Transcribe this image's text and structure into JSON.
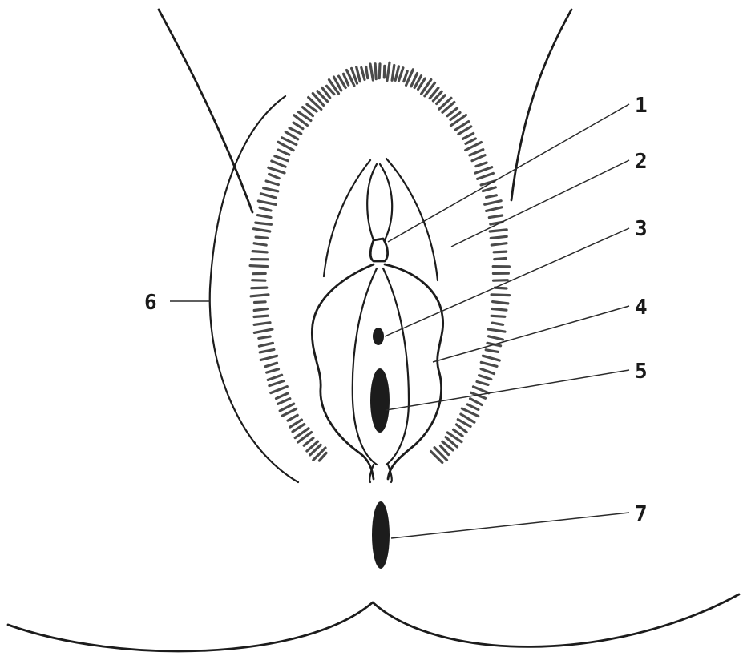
{
  "labels": [
    {
      "id": "1",
      "text": "1"
    },
    {
      "id": "2",
      "text": "2"
    },
    {
      "id": "3",
      "text": "3"
    },
    {
      "id": "4",
      "text": "4"
    },
    {
      "id": "5",
      "text": "5"
    },
    {
      "id": "6",
      "text": "6"
    },
    {
      "id": "7",
      "text": "7"
    }
  ],
  "colors": {
    "ink": "#1c1c1c",
    "hair": "#4a4a4a",
    "background": "#ffffff"
  }
}
